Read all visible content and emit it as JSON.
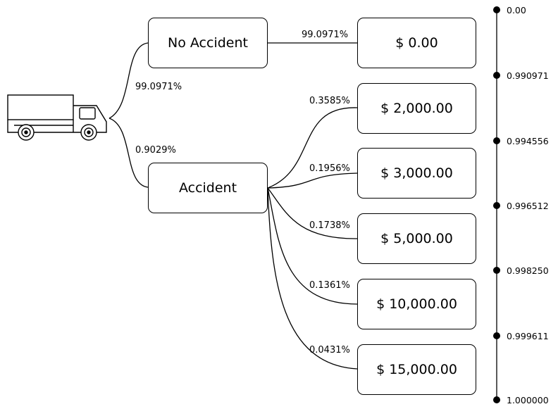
{
  "decision_tree": {
    "branches": [
      {
        "label": "No Accident",
        "probability": "99.0971%"
      },
      {
        "label": "Accident",
        "probability": "0.9029%"
      }
    ],
    "outcomes": [
      {
        "amount": "$ 0.00",
        "probability": "99.0971%"
      },
      {
        "amount": "$ 2,000.00",
        "probability": "0.3585%"
      },
      {
        "amount": "$ 3,000.00",
        "probability": "0.1956%"
      },
      {
        "amount": "$ 5,000.00",
        "probability": "0.1738%"
      },
      {
        "amount": "$ 10,000.00",
        "probability": "0.1361%"
      },
      {
        "amount": "$ 15,000.00",
        "probability": "0.0431%"
      }
    ]
  },
  "cumulative_axis": {
    "ticks": [
      "0.00",
      "0.990971",
      "0.994556",
      "0.996512",
      "0.998250",
      "0.999611",
      "1.000000"
    ]
  },
  "icons": {
    "root": "truck-icon"
  }
}
